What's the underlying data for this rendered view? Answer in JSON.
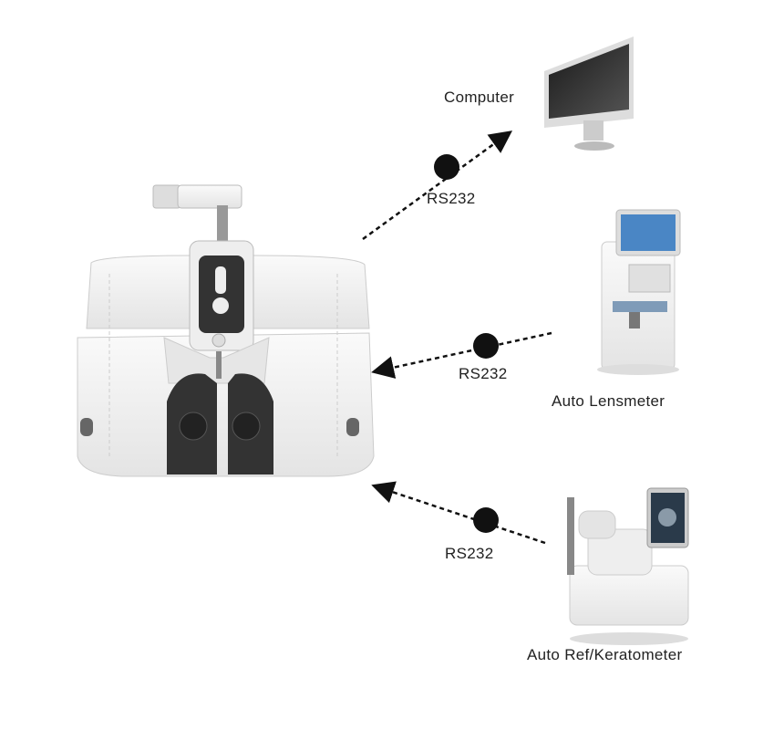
{
  "devices": {
    "computer": {
      "label": "Computer"
    },
    "lensmeter": {
      "label": "Auto Lensmeter"
    },
    "autoref": {
      "label": "Auto Ref/Keratometer"
    },
    "phoropter": {
      "label": ""
    }
  },
  "links": [
    {
      "protocol": "RS232",
      "from": "phoropter",
      "to": "computer"
    },
    {
      "protocol": "RS232",
      "from": "lensmeter",
      "to": "phoropter"
    },
    {
      "protocol": "RS232",
      "from": "autoref",
      "to": "phoropter"
    }
  ],
  "colors": {
    "line": "#111111",
    "device_body": "#f2f2f2",
    "device_dark": "#3a3a3a"
  }
}
